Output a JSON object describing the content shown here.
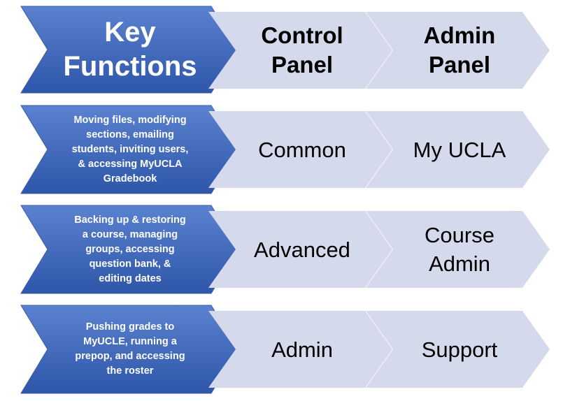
{
  "colors": {
    "blue_light": "#5b82cf",
    "blue_dark": "#2e56a9",
    "gray_fill": "#d5d9ec",
    "blue_stroke": "#3a5ca5"
  },
  "header": {
    "title": "Key\nFunctions",
    "col1": "Control\nPanel",
    "col2": "Admin\nPanel"
  },
  "rows": [
    {
      "description": "Moving files, modifying\nsections, emailing\nstudents, inviting users,\n& accessing MyUCLA\nGradebook",
      "control_panel": "Common",
      "admin_panel": "My UCLA"
    },
    {
      "description": "Backing up & restoring\na course, managing\ngroups, accessing\nquestion bank, &\nediting dates",
      "control_panel": "Advanced",
      "admin_panel": "Course\nAdmin"
    },
    {
      "description": "Pushing grades to\nMyUCLE, running a\nprepop, and accessing\nthe roster",
      "control_panel": "Admin",
      "admin_panel": "Support"
    }
  ]
}
